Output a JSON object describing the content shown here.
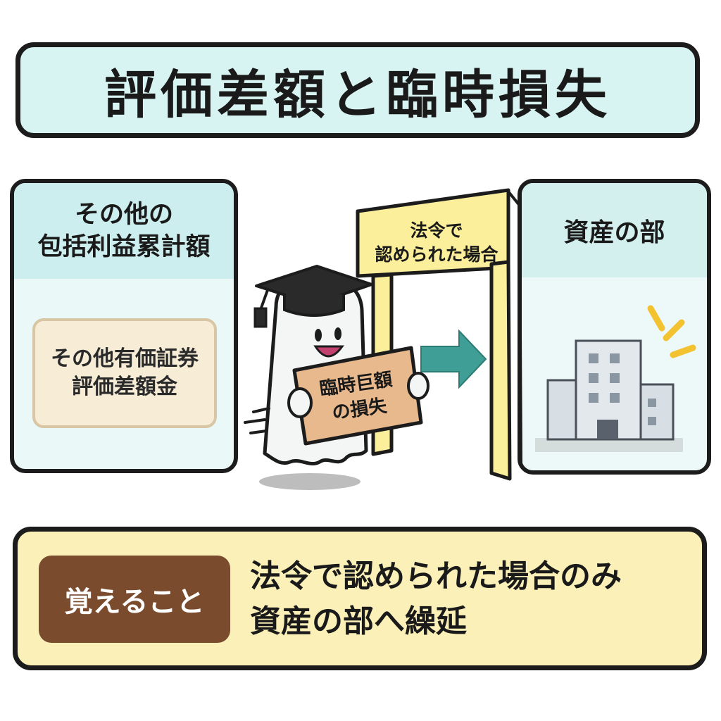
{
  "title": "評価差額と臨時損失",
  "left_panel": {
    "heading_lines": [
      "その他の",
      "包括利益累計額"
    ],
    "item_lines": [
      "その他有価証券",
      "評価差額金"
    ]
  },
  "gate": {
    "label_lines": [
      "法令で",
      "認められた場合"
    ]
  },
  "character": {
    "sign_lines": [
      "臨時巨額",
      "の損失"
    ]
  },
  "right_panel": {
    "heading": "資産の部"
  },
  "bottom": {
    "badge": "覚えること",
    "lines": [
      "法令で認められた場合のみ",
      "資産の部へ繰延"
    ]
  },
  "colors": {
    "title_bg": "#d7f3f2",
    "panel_head": "#cdeeee",
    "panel_body": "#eaf9f8",
    "inner_box": "#f7ecd6",
    "gate": "#fbef9c",
    "arrow": "#3f9f96",
    "bottom_bg": "#fbf0b7",
    "badge_bg": "#7a4b2d",
    "outline": "#1c1c1c"
  },
  "icons": [
    "graduation-cap-icon",
    "ghost-character",
    "arrow-right-icon",
    "building-icon",
    "sparkle-icon"
  ]
}
